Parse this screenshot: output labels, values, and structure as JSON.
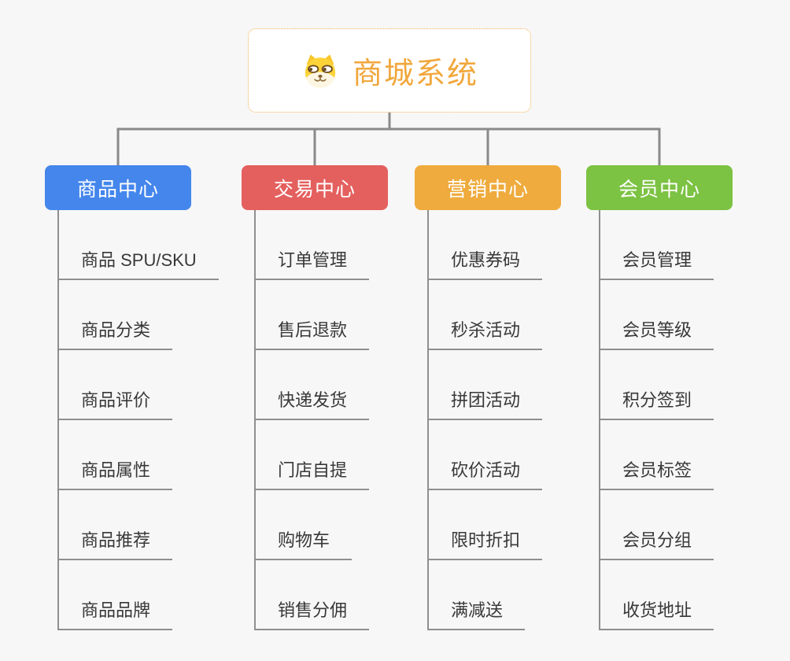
{
  "page": {
    "background_color": "#f7f7f7",
    "connector_color": "#8a8a8a",
    "line_color": "#8f8f8f"
  },
  "root": {
    "title": "商城系统",
    "icon": "doge-icon",
    "text_color": "#f1a73c",
    "border_color": "#f3b153",
    "background_color": "#ffffff"
  },
  "branches": [
    {
      "label": "商品中心",
      "color": "#4486ec",
      "children": [
        "商品 SPU/SKU",
        "商品分类",
        "商品评价",
        "商品属性",
        "商品推荐",
        "商品品牌"
      ]
    },
    {
      "label": "交易中心",
      "color": "#e4605e",
      "children": [
        "订单管理",
        "售后退款",
        "快递发货",
        "门店自提",
        "购物车",
        "销售分佣"
      ]
    },
    {
      "label": "营销中心",
      "color": "#efab3d",
      "children": [
        "优惠券码",
        "秒杀活动",
        "拼团活动",
        "砍价活动",
        "限时折扣",
        "满减送"
      ]
    },
    {
      "label": "会员中心",
      "color": "#7cc243",
      "children": [
        "会员管理",
        "会员等级",
        "积分签到",
        "会员标签",
        "会员分组",
        "收货地址"
      ]
    }
  ]
}
